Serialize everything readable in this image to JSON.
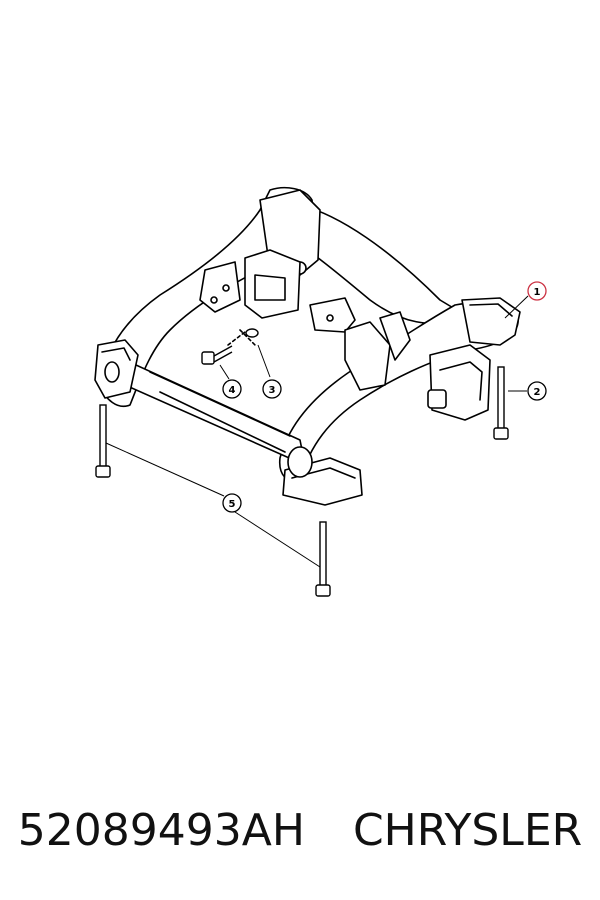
{
  "callouts": [
    {
      "id": "1",
      "highlighted": true
    },
    {
      "id": "2",
      "highlighted": false
    },
    {
      "id": "3",
      "highlighted": false
    },
    {
      "id": "4",
      "highlighted": false
    },
    {
      "id": "5",
      "highlighted": false
    }
  ],
  "caption": {
    "part_number": "52089493AH",
    "brand": "CHRYSLER"
  },
  "colors": {
    "line": "#000000",
    "highlight": "#cc3344",
    "background": "#ffffff"
  }
}
